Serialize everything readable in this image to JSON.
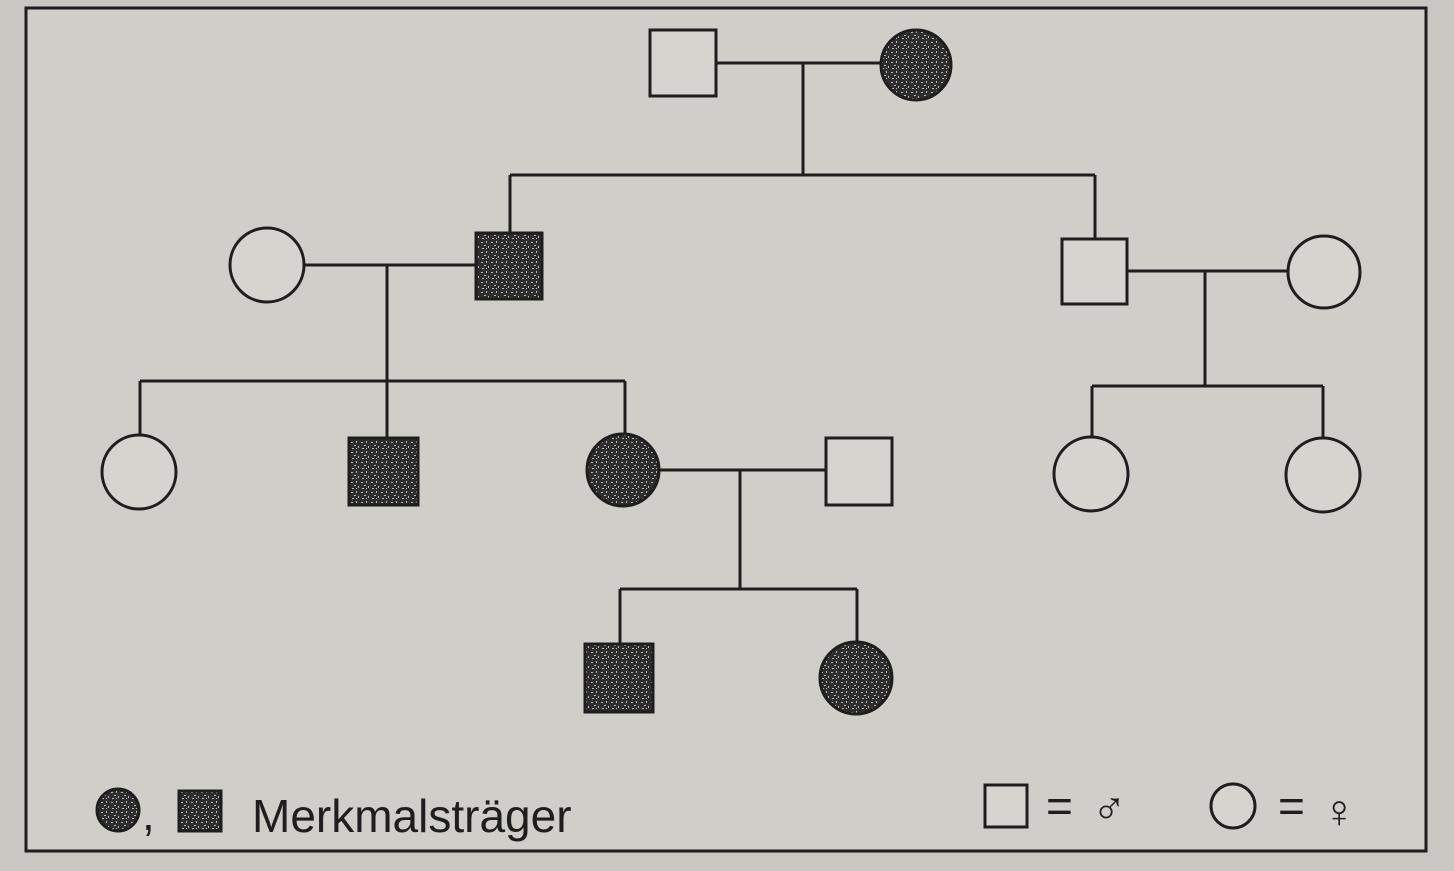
{
  "legend": {
    "affected_label": "Merkmalsträger",
    "separator": ",",
    "male_equation": "=",
    "male_symbol": "♂",
    "female_equation": "=",
    "female_symbol": "♀"
  },
  "pedigree": {
    "individuals": [
      {
        "id": "I-1",
        "sex": "male",
        "affected": false
      },
      {
        "id": "I-2",
        "sex": "female",
        "affected": true
      },
      {
        "id": "II-1",
        "sex": "female",
        "affected": false
      },
      {
        "id": "II-2",
        "sex": "male",
        "affected": true
      },
      {
        "id": "II-3",
        "sex": "male",
        "affected": false
      },
      {
        "id": "II-4",
        "sex": "female",
        "affected": false
      },
      {
        "id": "III-1",
        "sex": "female",
        "affected": false
      },
      {
        "id": "III-2",
        "sex": "male",
        "affected": true
      },
      {
        "id": "III-3",
        "sex": "female",
        "affected": true
      },
      {
        "id": "III-4",
        "sex": "male",
        "affected": false
      },
      {
        "id": "III-5",
        "sex": "female",
        "affected": false
      },
      {
        "id": "III-6",
        "sex": "female",
        "affected": false
      },
      {
        "id": "IV-1",
        "sex": "male",
        "affected": true
      },
      {
        "id": "IV-2",
        "sex": "female",
        "affected": true
      }
    ],
    "couples": [
      {
        "partners": [
          "I-1",
          "I-2"
        ],
        "children": [
          "II-2",
          "II-3"
        ]
      },
      {
        "partners": [
          "II-1",
          "II-2"
        ],
        "children": [
          "III-1",
          "III-2",
          "III-3"
        ]
      },
      {
        "partners": [
          "II-3",
          "II-4"
        ],
        "children": [
          "III-5",
          "III-6"
        ]
      },
      {
        "partners": [
          "III-3",
          "III-4"
        ],
        "children": [
          "IV-1",
          "IV-2"
        ]
      }
    ]
  },
  "colors": {
    "background": "#c9c7c2",
    "ink": "#1e1e1e",
    "affected_fill": "#3a3a3a"
  }
}
